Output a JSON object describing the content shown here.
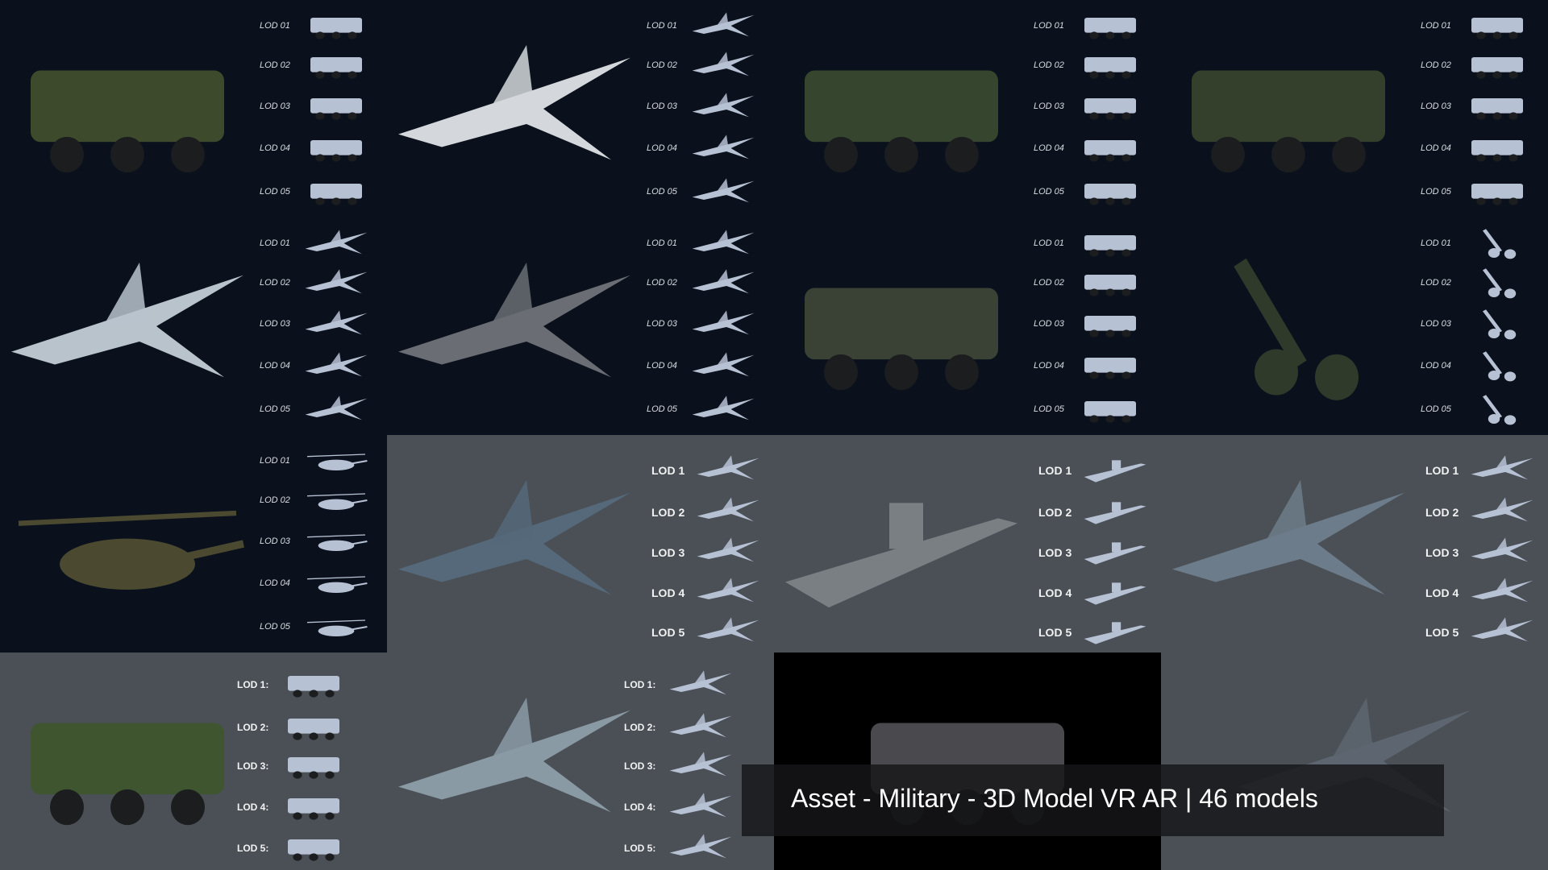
{
  "colors": {
    "dark_bg": "#0b111c",
    "grey_bg": "#4a5056",
    "black_bg": "#000000",
    "thumb": "#b7c1d4",
    "caption_bg": "#161618"
  },
  "caption": "Asset - Military - 3D Model VR AR | 46 models",
  "tiles": [
    {
      "bg": "dark_bg",
      "style": "italic",
      "model": "armored-vehicle",
      "model_color": "#3d4a2c",
      "lods": [
        "LOD 01",
        "LOD 02",
        "LOD 03",
        "LOD 04",
        "LOD 05"
      ]
    },
    {
      "bg": "dark_bg",
      "style": "italic",
      "model": "transport-plane",
      "model_color": "#d4d8dc",
      "lods": [
        "LOD 01",
        "LOD 02",
        "LOD 03",
        "LOD 04",
        "LOD 05"
      ]
    },
    {
      "bg": "dark_bg",
      "style": "italic",
      "model": "amphibious-tank",
      "model_color": "#36452e",
      "lods": [
        "LOD 01",
        "LOD 02",
        "LOD 03",
        "LOD 04",
        "LOD 05"
      ]
    },
    {
      "bg": "dark_bg",
      "style": "italic",
      "model": "radar-truck",
      "model_color": "#34402c",
      "lods": [
        "LOD 01",
        "LOD 02",
        "LOD 03",
        "LOD 04",
        "LOD 05"
      ]
    },
    {
      "bg": "dark_bg",
      "style": "italic",
      "model": "drone",
      "model_color": "#b9c3cc",
      "lods": [
        "LOD 01",
        "LOD 02",
        "LOD 03",
        "LOD 04",
        "LOD 05"
      ]
    },
    {
      "bg": "dark_bg",
      "style": "italic",
      "model": "drone",
      "model_color": "#6a6e74",
      "lods": [
        "LOD 01",
        "LOD 02",
        "LOD 03",
        "LOD 04",
        "LOD 05"
      ]
    },
    {
      "bg": "dark_bg",
      "style": "italic",
      "model": "radar-truck",
      "model_color": "#3a4236",
      "lods": [
        "LOD 01",
        "LOD 02",
        "LOD 03",
        "LOD 04",
        "LOD 05"
      ]
    },
    {
      "bg": "dark_bg",
      "style": "italic",
      "model": "mortar",
      "model_color": "#2f3a2a",
      "lods": [
        "LOD 01",
        "LOD 02",
        "LOD 03",
        "LOD 04",
        "LOD 05"
      ]
    },
    {
      "bg": "dark_bg",
      "style": "italic",
      "model": "helicopter",
      "model_color": "#4b4a30",
      "lods": [
        "LOD 01",
        "LOD 02",
        "LOD 03",
        "LOD 04",
        "LOD 05"
      ]
    },
    {
      "bg": "grey_bg",
      "style": "bold",
      "model": "fighter-jet",
      "model_color": "#55697a",
      "lods": [
        "LOD 1",
        "LOD 2",
        "LOD 3",
        "LOD 4",
        "LOD 5"
      ]
    },
    {
      "bg": "grey_bg",
      "style": "bold",
      "model": "warship",
      "model_color": "#7a7f84",
      "lods": [
        "LOD 1",
        "LOD 2",
        "LOD 3",
        "LOD 4",
        "LOD 5"
      ]
    },
    {
      "bg": "grey_bg",
      "style": "bold",
      "model": "fighter-jet",
      "model_color": "#6d7c8a",
      "lods": [
        "LOD 1",
        "LOD 2",
        "LOD 3",
        "LOD 4",
        "LOD 5"
      ]
    },
    {
      "bg": "grey_bg",
      "style": "colon",
      "model": "cargo-truck",
      "model_color": "#3e5530",
      "lods": [
        "LOD 1:",
        "LOD 2:",
        "LOD 3:",
        "LOD 4:",
        "LOD 5:"
      ]
    },
    {
      "bg": "grey_bg",
      "style": "colon",
      "model": "awacs-plane",
      "model_color": "#8a9aa4",
      "lods": [
        "LOD 1:",
        "LOD 2:",
        "LOD 3:",
        "LOD 4:",
        "LOD 5:"
      ]
    },
    {
      "bg": "black_bg",
      "style": "none",
      "model": "radar-truck",
      "model_color": "#4a4a4e",
      "lods": []
    },
    {
      "bg": "grey_bg",
      "style": "none",
      "model": "fighter-jet",
      "model_color": "#5d6670",
      "lods": []
    }
  ]
}
